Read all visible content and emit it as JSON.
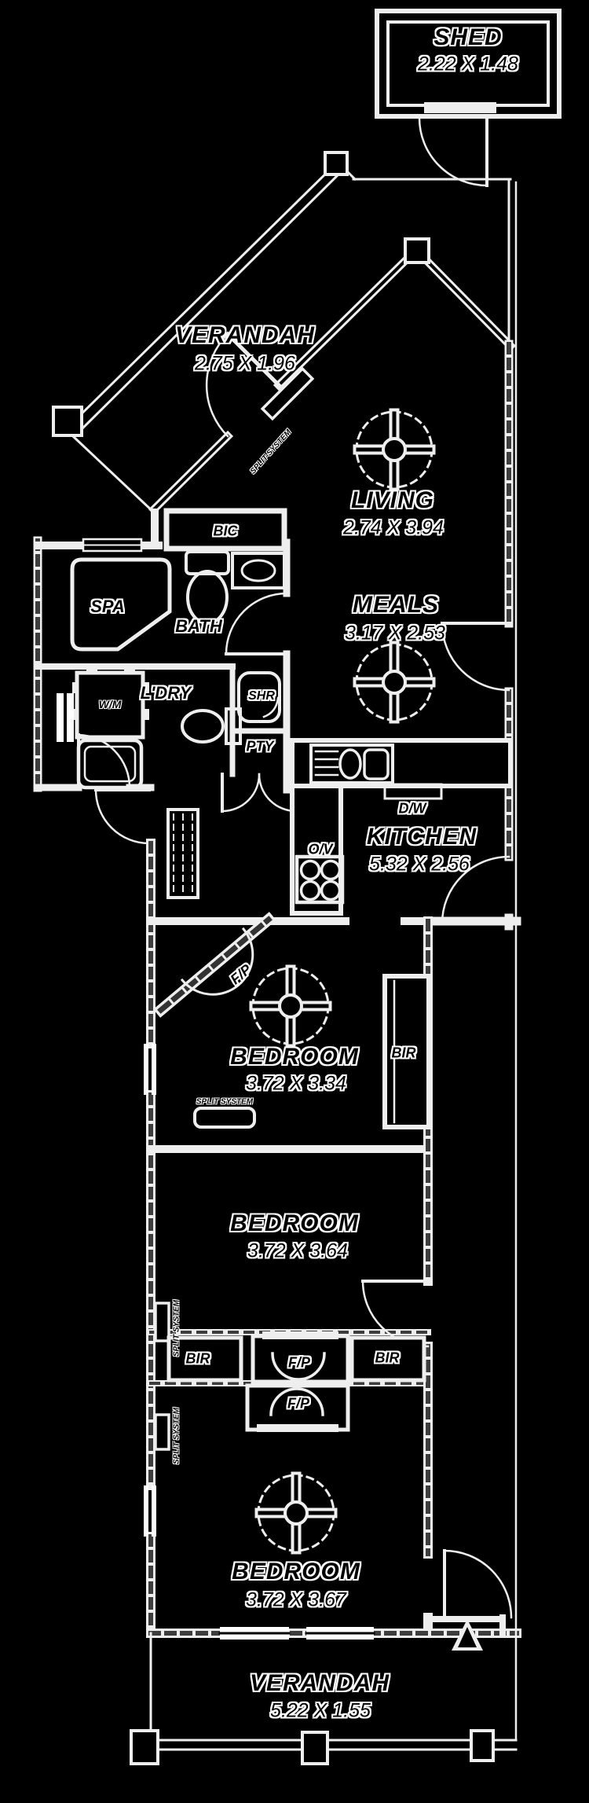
{
  "colors": {
    "background": "#000000",
    "wall_line": "#eeeeee",
    "text_fill": "#000000",
    "text_halo": "#ffffff"
  },
  "rooms": {
    "shed": {
      "name": "SHED",
      "dims": "2.22 X 1.48"
    },
    "verandah_top": {
      "name": "VERANDAH",
      "dims": "2.75 X 1.96"
    },
    "living": {
      "name": "LIVING",
      "dims": "2.74 X 3.94"
    },
    "meals": {
      "name": "MEALS",
      "dims": "3.17 X 2.53"
    },
    "bath": {
      "name": "BATH"
    },
    "ldry": {
      "name": "L'DRY"
    },
    "kitchen": {
      "name": "KITCHEN",
      "dims": "5.32 X 2.56"
    },
    "bedroom1": {
      "name": "BEDROOM",
      "dims": "3.72 X 3.34"
    },
    "bedroom2": {
      "name": "BEDROOM",
      "dims": "3.72 X 3.64"
    },
    "bedroom3": {
      "name": "BEDROOM",
      "dims": "3.72 X 3.67"
    },
    "verandah_bottom": {
      "name": "VERANDAH",
      "dims": "5.22 X 1.55"
    }
  },
  "fixtures": {
    "spa": "SPA",
    "bic": "BIC",
    "shr": "SHR",
    "pty": "PTY",
    "wm": "W/M",
    "dw": "D/W",
    "ov": "O/V",
    "bir": "BIR",
    "fp": "F/P",
    "split_system": "SPLIT-SYSTEM",
    "split_system_spaced": "SPLIT SYSTEM"
  }
}
